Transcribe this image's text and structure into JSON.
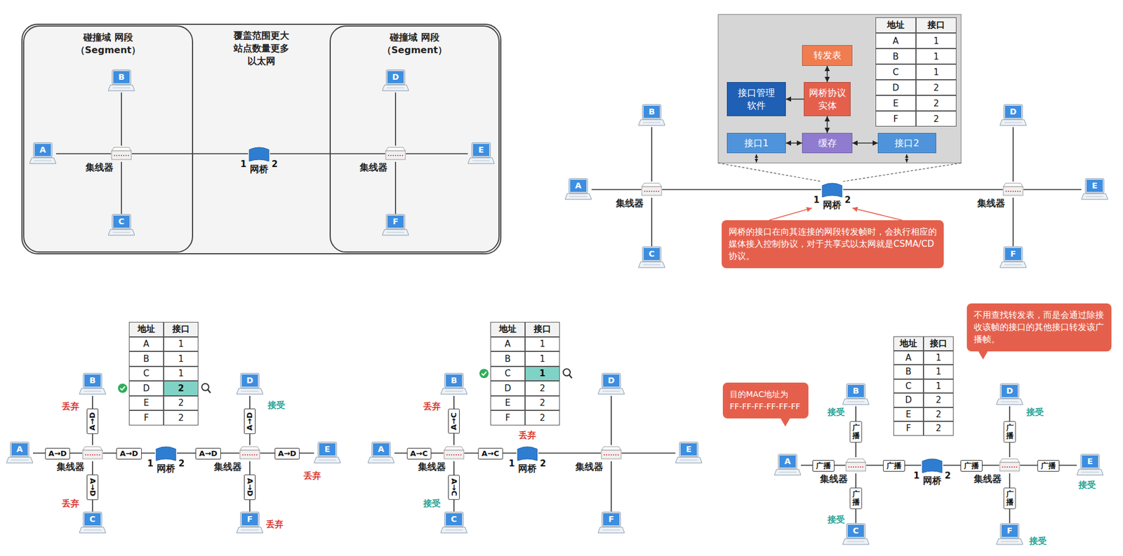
{
  "diagram": {
    "nodes": [
      {
        "text": [
          "覆盖范围更大 站点数量更多 以太网"
        ]
      },
      {
        "text": [
          "碰撞域 网段（Segment）"
        ],
        "in": 0
      },
      {
        "text": [
          "B"
        ],
        "in": 1
      },
      {
        "text": [
          "A"
        ],
        "in": 1
      },
      {
        "text": [
          "集线器"
        ],
        "in": 1
      },
      {
        "text": [
          "C"
        ],
        "in": 1
      },
      {
        "text": [
          "网桥"
        ],
        "in": 0
      },
      {
        "text": [
          "碰撞域 网段（Segment）"
        ],
        "in": 0
      },
      {
        "text": [
          "D"
        ],
        "in": 7
      },
      {
        "text": [
          "集线器"
        ],
        "in": 7
      },
      {
        "text": [
          "E"
        ],
        "in": 7
      },
      {
        "text": [
          "F"
        ],
        "in": 7
      },
      {
        "text": [
          "转发表"
        ]
      },
      {
        "text": [
          "接口管理软件"
        ]
      },
      {
        "text": [
          "网桥协议实体"
        ]
      },
      {
        "text": [
          "接口1"
        ]
      },
      {
        "text": [
          "缓存"
        ]
      },
      {
        "text": [
          "接口2"
        ]
      },
      {
        "text": [
          "B"
        ]
      },
      {
        "text": [
          "A"
        ]
      },
      {
        "text": [
          "集线器"
        ]
      },
      {
        "text": [
          "C"
        ]
      },
      {
        "text": [
          "网桥"
        ]
      },
      {
        "text": [
          "D"
        ]
      },
      {
        "text": [
          "集线器"
        ]
      },
      {
        "text": [
          "E"
        ]
      },
      {
        "text": [
          "F"
        ]
      },
      {
        "text": [
          "网桥的接口在向其连接的网段转发帧时，会执行相应的媒体接入控制协议，对于共享式以太网就是CSMA/CD协议。"
        ]
      },
      {
        "text": [
          "B"
        ]
      },
      {
        "text": [
          "A"
        ]
      },
      {
        "text": [
          "集线器"
        ]
      },
      {
        "text": [
          "C"
        ]
      },
      {
        "text": [
          "网桥"
        ]
      },
      {
        "text": [
          "D"
        ]
      },
      {
        "text": [
          "集线器"
        ]
      },
      {
        "text": [
          "E"
        ]
      },
      {
        "text": [
          "F"
        ]
      },
      {
        "text": [
          "B"
        ]
      },
      {
        "text": [
          "A"
        ]
      },
      {
        "text": [
          "集线器"
        ]
      },
      {
        "text": [
          "C"
        ]
      },
      {
        "text": [
          "网桥"
        ]
      },
      {
        "text": [
          "D"
        ]
      },
      {
        "text": [
          "集线器"
        ]
      },
      {
        "text": [
          "E"
        ]
      },
      {
        "text": [
          "F"
        ]
      },
      {
        "text": [
          "目的MAC地址为 FF-FF-FF-FF-FF-FF"
        ]
      },
      {
        "text": [
          "B"
        ]
      },
      {
        "text": [
          "A"
        ]
      },
      {
        "text": [
          "集线器"
        ]
      },
      {
        "text": [
          "C"
        ]
      },
      {
        "text": [
          "网桥"
        ]
      },
      {
        "text": [
          "D"
        ]
      },
      {
        "text": [
          "集线器"
        ]
      },
      {
        "text": [
          "E"
        ]
      },
      {
        "text": [
          "F"
        ]
      },
      {
        "text": [
          "不用查找转发表，而是会通过除接收该帧的接口的其他接口转发该广播帧。"
        ]
      }
    ],
    "edges": [
      {
        "from": 3,
        "to": 4,
        "arrow": "none"
      },
      {
        "from": 4,
        "to": 2,
        "arrow": "none"
      },
      {
        "from": 4,
        "to": 5,
        "arrow": "none"
      },
      {
        "from": 4,
        "to": 6,
        "arrow": "none"
      },
      {
        "from": 6,
        "to": 9,
        "arrow": "none"
      },
      {
        "from": 9,
        "to": 8,
        "arrow": "none"
      },
      {
        "from": 9,
        "to": 10,
        "arrow": "none"
      },
      {
        "from": 9,
        "to": 11,
        "arrow": "none"
      },
      {
        "from": 12,
        "to": 14,
        "arrow": "both"
      },
      {
        "from": 14,
        "to": 13,
        "arrow": "to"
      },
      {
        "from": 14,
        "to": 16,
        "arrow": "both"
      },
      {
        "from": 15,
        "to": 16,
        "arrow": "both"
      },
      {
        "from": 16,
        "to": 17,
        "arrow": "both"
      },
      {
        "from": 19,
        "to": 20,
        "arrow": "none"
      },
      {
        "from": 20,
        "to": 18,
        "arrow": "none"
      },
      {
        "from": 20,
        "to": 21,
        "arrow": "none"
      },
      {
        "from": 20,
        "to": 22,
        "arrow": "none"
      },
      {
        "from": 22,
        "to": 24,
        "arrow": "none"
      },
      {
        "from": 24,
        "to": 23,
        "arrow": "none"
      },
      {
        "from": 24,
        "to": 25,
        "arrow": "none"
      },
      {
        "from": 24,
        "to": 26,
        "arrow": "none"
      },
      {
        "from": 29,
        "to": 30,
        "arrow": "none",
        "label": "A→D"
      },
      {
        "from": 30,
        "to": 28,
        "arrow": "none",
        "label": "A→D"
      },
      {
        "from": 30,
        "to": 31,
        "arrow": "none",
        "label": "A→D"
      },
      {
        "from": 30,
        "to": 32,
        "arrow": "none",
        "label": "A→D"
      },
      {
        "from": 32,
        "to": 34,
        "arrow": "none",
        "label": "A→D"
      },
      {
        "from": 34,
        "to": 33,
        "arrow": "none",
        "label": "A→D"
      },
      {
        "from": 34,
        "to": 35,
        "arrow": "none",
        "label": "A→D"
      },
      {
        "from": 34,
        "to": 36,
        "arrow": "none",
        "label": "A→D"
      },
      {
        "from": 38,
        "to": 39,
        "arrow": "none",
        "label": "A→C"
      },
      {
        "from": 39,
        "to": 37,
        "arrow": "none",
        "label": "A→C"
      },
      {
        "from": 39,
        "to": 40,
        "arrow": "none",
        "label": "A→C"
      },
      {
        "from": 39,
        "to": 41,
        "arrow": "none",
        "label": "A→C"
      },
      {
        "from": 41,
        "to": 43,
        "arrow": "none"
      },
      {
        "from": 43,
        "to": 42,
        "arrow": "none"
      },
      {
        "from": 43,
        "to": 44,
        "arrow": "none"
      },
      {
        "from": 43,
        "to": 45,
        "arrow": "none"
      },
      {
        "from": 48,
        "to": 49,
        "arrow": "none",
        "label": "广播"
      },
      {
        "from": 49,
        "to": 47,
        "arrow": "none",
        "label": "广播"
      },
      {
        "from": 49,
        "to": 50,
        "arrow": "none",
        "label": "广播"
      },
      {
        "from": 49,
        "to": 51,
        "arrow": "none",
        "label": "广播"
      },
      {
        "from": 51,
        "to": 53,
        "arrow": "none",
        "label": "广播"
      },
      {
        "from": 53,
        "to": 52,
        "arrow": "none",
        "label": "广播"
      },
      {
        "from": 53,
        "to": 54,
        "arrow": "none",
        "label": "广播"
      },
      {
        "from": 53,
        "to": 55,
        "arrow": "none",
        "label": "广播"
      }
    ],
    "labels": [
      "1",
      "2",
      "地址",
      "接口",
      "A",
      "1",
      "B",
      "1",
      "C",
      "1",
      "D",
      "2",
      "E",
      "2",
      "F",
      "2",
      "1",
      "2",
      "地址",
      "接口",
      "A",
      "1",
      "B",
      "1",
      "C",
      "1",
      "D",
      "2",
      "E",
      "2",
      "F",
      "2",
      "1",
      "2",
      "丢弃",
      "丢弃",
      "接受",
      "丢弃",
      "丢弃",
      "地址",
      "接口",
      "A",
      "1",
      "B",
      "1",
      "C",
      "1",
      "D",
      "2",
      "E",
      "2",
      "F",
      "2",
      "1",
      "2",
      "丢弃",
      "接受",
      "丢弃",
      "地址",
      "接口",
      "A",
      "1",
      "B",
      "1",
      "C",
      "1",
      "D",
      "2",
      "E",
      "2",
      "F",
      "2",
      "1",
      "2",
      "接受",
      "接受",
      "接受",
      "接受",
      "接受"
    ]
  }
}
